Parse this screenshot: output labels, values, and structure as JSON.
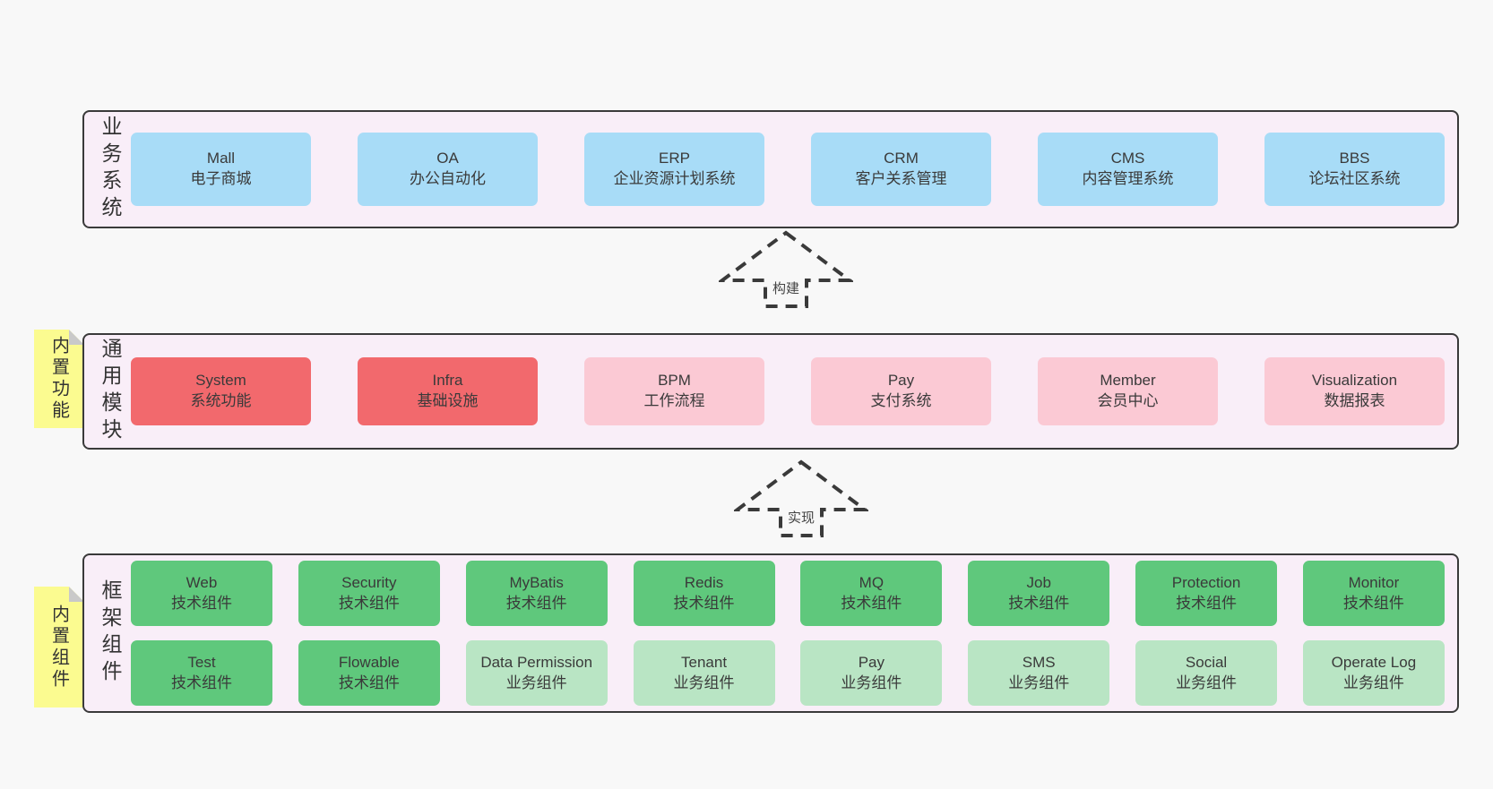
{
  "colors": {
    "background": "#f8f8f8",
    "container-bg": "#f9eef8",
    "border": "#3a3a3a",
    "blue": "#a8dcf7",
    "red": "#f2696d",
    "pink": "#fbc9d4",
    "green": "#5fc87c",
    "lgreen": "#b9e5c4",
    "yellow": "#fbfb90",
    "fold": "#c9c9c9",
    "text": "#3a3a3a"
  },
  "arrows": [
    {
      "label": "构建"
    },
    {
      "label": "实现"
    }
  ],
  "sections": [
    {
      "label": "业务系统",
      "boxes": [
        {
          "name": "Mall",
          "subtitle": "电子商城"
        },
        {
          "name": "OA",
          "subtitle": "办公自动化"
        },
        {
          "name": "ERP",
          "subtitle": "企业资源计划系统"
        },
        {
          "name": "CRM",
          "subtitle": "客户关系管理"
        },
        {
          "name": "CMS",
          "subtitle": "内容管理系统"
        },
        {
          "name": "BBS",
          "subtitle": "论坛社区系统"
        }
      ]
    },
    {
      "label": "通用模块",
      "sticky": "内置功能",
      "boxes": [
        {
          "name": "System",
          "subtitle": "系统功能"
        },
        {
          "name": "Infra",
          "subtitle": "基础设施"
        },
        {
          "name": "BPM",
          "subtitle": "工作流程"
        },
        {
          "name": "Pay",
          "subtitle": "支付系统"
        },
        {
          "name": "Member",
          "subtitle": "会员中心"
        },
        {
          "name": "Visualization",
          "subtitle": "数据报表"
        }
      ]
    },
    {
      "label": "框架组件",
      "sticky": "内置组件",
      "rows": [
        [
          {
            "name": "Web",
            "subtitle": "技术组件"
          },
          {
            "name": "Security",
            "subtitle": "技术组件"
          },
          {
            "name": "MyBatis",
            "subtitle": "技术组件"
          },
          {
            "name": "Redis",
            "subtitle": "技术组件"
          },
          {
            "name": "MQ",
            "subtitle": "技术组件"
          },
          {
            "name": "Job",
            "subtitle": "技术组件"
          },
          {
            "name": "Protection",
            "subtitle": "技术组件"
          },
          {
            "name": "Monitor",
            "subtitle": "技术组件"
          }
        ],
        [
          {
            "name": "Test",
            "subtitle": "技术组件"
          },
          {
            "name": "Flowable",
            "subtitle": "技术组件"
          },
          {
            "name": "Data Permission",
            "subtitle": "业务组件"
          },
          {
            "name": "Tenant",
            "subtitle": "业务组件"
          },
          {
            "name": "Pay",
            "subtitle": "业务组件"
          },
          {
            "name": "SMS",
            "subtitle": "业务组件"
          },
          {
            "name": "Social",
            "subtitle": "业务组件"
          },
          {
            "name": "Operate Log",
            "subtitle": "业务组件"
          }
        ]
      ]
    }
  ]
}
